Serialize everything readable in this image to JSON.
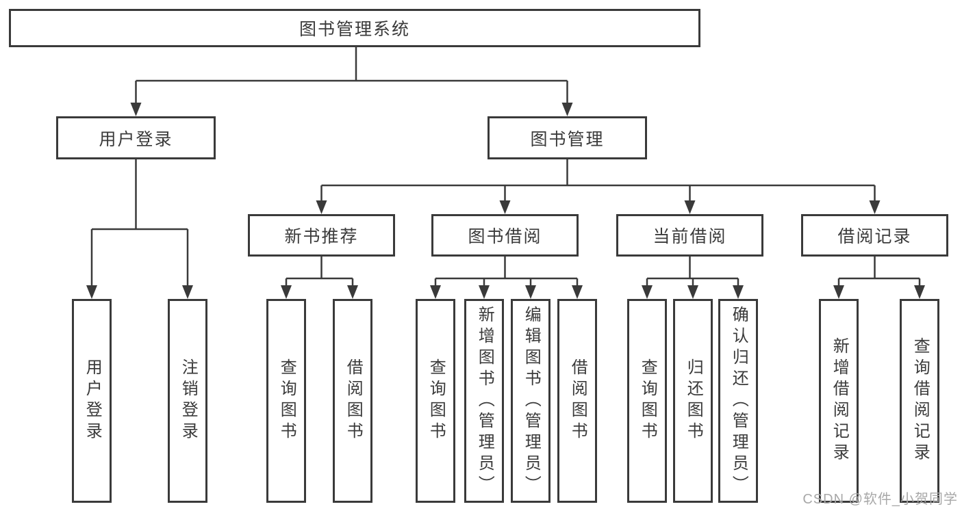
{
  "tree": {
    "label": "图书管理系统",
    "children": [
      {
        "label": "用户登录",
        "children": [
          {
            "label": "用户登录"
          },
          {
            "label": "注销登录"
          }
        ]
      },
      {
        "label": "图书管理",
        "children": [
          {
            "label": "新书推荐",
            "children": [
              {
                "label": "查询图书"
              },
              {
                "label": "借阅图书"
              }
            ]
          },
          {
            "label": "图书借阅",
            "children": [
              {
                "label": "查询图书"
              },
              {
                "label": "新增图书（管理员）"
              },
              {
                "label": "编辑图书（管理员）"
              },
              {
                "label": "借阅图书"
              }
            ]
          },
          {
            "label": "当前借阅",
            "children": [
              {
                "label": "查询图书"
              },
              {
                "label": "归还图书"
              },
              {
                "label": "确认归还（管理员）"
              }
            ]
          },
          {
            "label": "借阅记录",
            "children": [
              {
                "label": "新增借阅记录"
              },
              {
                "label": "查询借阅记录"
              }
            ]
          }
        ]
      }
    ]
  },
  "watermark": {
    "text": "CSDN @软件_小贺同学"
  },
  "colors": {
    "line": "#3a3a3a",
    "text": "#3a3a3a",
    "box_background": "#ffffff",
    "page_background": "#ffffff",
    "watermark": "#a8a8a8"
  }
}
